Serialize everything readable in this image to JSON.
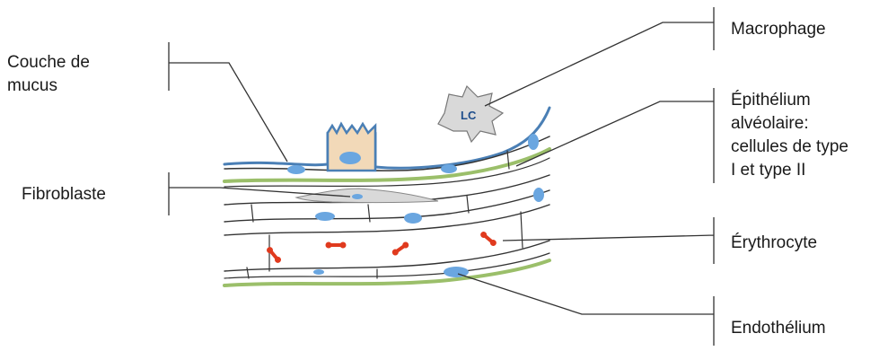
{
  "labels": {
    "mucus": "Couche de\nmucus",
    "fibroblast": "Fibroblaste",
    "macrophage": "Macrophage",
    "epithelium": "Épithélium\nalvéolaire:\ncellules de type\nI et type II",
    "erythrocyte": "Érythrocyte",
    "endothelium": "Endothélium"
  },
  "colors": {
    "mucus_blue": "#4a7fb5",
    "basement_green": "#9bbf6a",
    "nucleus_blue": "#6aa6e0",
    "cuboidal_cell": "#f2d9b8",
    "macrophage": "#d9d9d9",
    "erythrocyte_red": "#e03a1e",
    "leader_line": "#333333"
  }
}
